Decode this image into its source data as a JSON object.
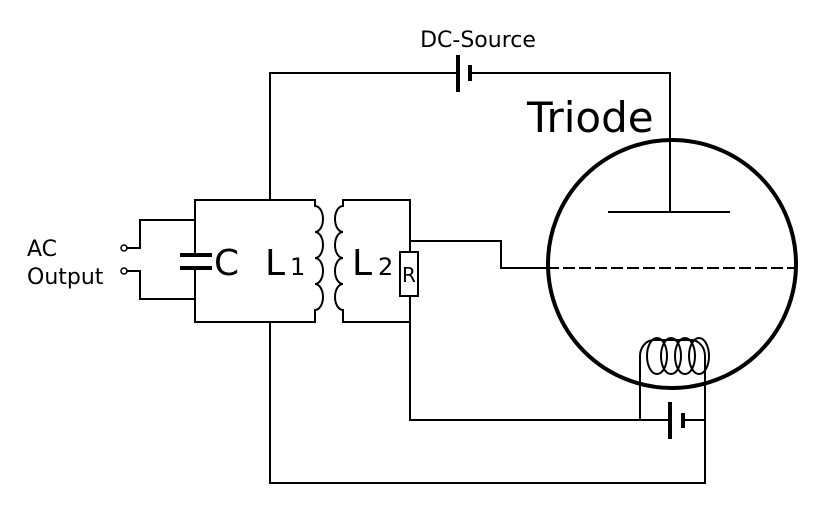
{
  "diagram": {
    "type": "circuit-schematic",
    "description": "Triode oscillator (Meissner/Armstrong tickler) circuit",
    "labels": {
      "dc_source": "DC-Source",
      "triode": "Triode",
      "ac_output_line1": "AC",
      "ac_output_line2": "Output",
      "capacitor": "C",
      "inductor1_letter": "L",
      "inductor1_sub": "1",
      "inductor2_letter": "L",
      "inductor2_sub": "2",
      "resistor": "R"
    },
    "components": [
      {
        "id": "dc-source",
        "kind": "battery",
        "label": "DC-Source"
      },
      {
        "id": "triode",
        "kind": "vacuum-tube",
        "label": "Triode",
        "elements": [
          "plate",
          "grid",
          "filament"
        ]
      },
      {
        "id": "C",
        "kind": "capacitor",
        "label": "C"
      },
      {
        "id": "L1",
        "kind": "inductor",
        "label": "L1"
      },
      {
        "id": "L2",
        "kind": "inductor",
        "label": "L2"
      },
      {
        "id": "R",
        "kind": "resistor",
        "label": "R"
      },
      {
        "id": "filament-battery",
        "kind": "battery"
      },
      {
        "id": "ac-output",
        "kind": "terminal-pair",
        "label": "AC Output"
      }
    ],
    "colors": {
      "line": "#000000",
      "background": "#ffffff"
    }
  }
}
